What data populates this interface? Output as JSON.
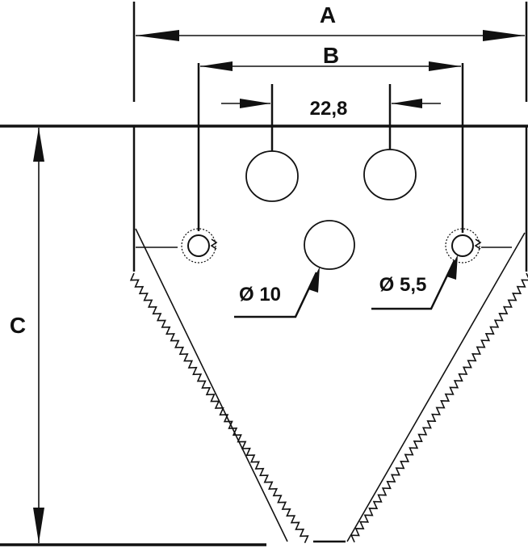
{
  "labels": {
    "dim_a": "A",
    "dim_b": "B",
    "dim_c": "C",
    "spacing": "22,8",
    "large_hole": "Ø 10",
    "small_hole": "Ø 5,5"
  },
  "colors": {
    "line": "#111111",
    "background": "#ffffff"
  }
}
